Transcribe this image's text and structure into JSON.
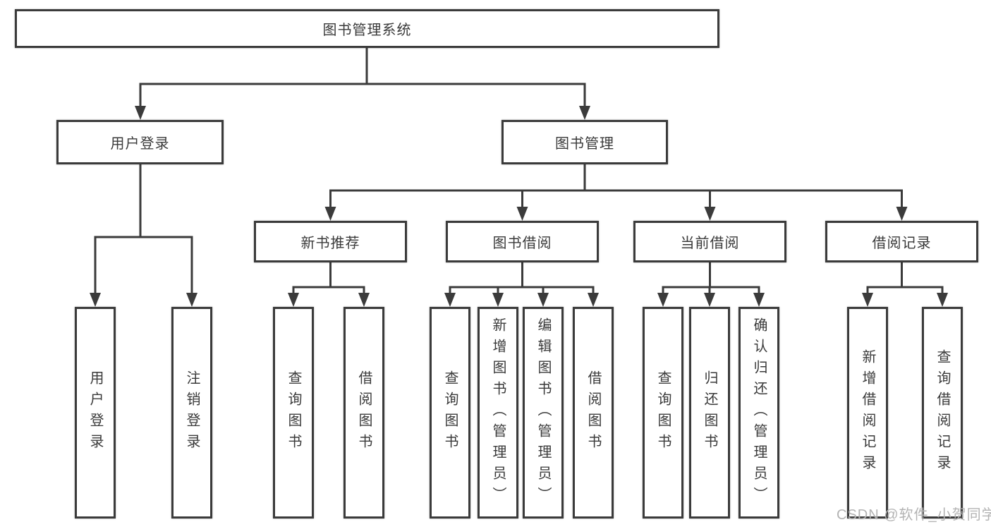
{
  "tree": {
    "label": "图书管理系统",
    "children": [
      {
        "label": "用户登录",
        "children": [
          {
            "label": "用户登录"
          },
          {
            "label": "注销登录"
          }
        ]
      },
      {
        "label": "图书管理",
        "children": [
          {
            "label": "新书推荐",
            "children": [
              {
                "label": "查询图书"
              },
              {
                "label": "借阅图书"
              }
            ]
          },
          {
            "label": "图书借阅",
            "children": [
              {
                "label": "查询图书"
              },
              {
                "label": "新增图书（管理员）"
              },
              {
                "label": "编辑图书（管理员）"
              },
              {
                "label": "借阅图书"
              }
            ]
          },
          {
            "label": "当前借阅",
            "children": [
              {
                "label": "查询图书"
              },
              {
                "label": "归还图书"
              },
              {
                "label": "确认归还（管理员）"
              }
            ]
          },
          {
            "label": "借阅记录",
            "children": [
              {
                "label": "新增借阅记录"
              },
              {
                "label": "查询借阅记录"
              }
            ]
          }
        ]
      }
    ]
  },
  "watermark": {
    "text": "CSDN @软件_小贺同学",
    "color": "#b3b3b3"
  },
  "colors": {
    "line": "#3b3b3b",
    "box_border": "#3b3b3b",
    "box_fill": "#ffffff",
    "text": "#3a3a3a",
    "background": "#ffffff"
  }
}
